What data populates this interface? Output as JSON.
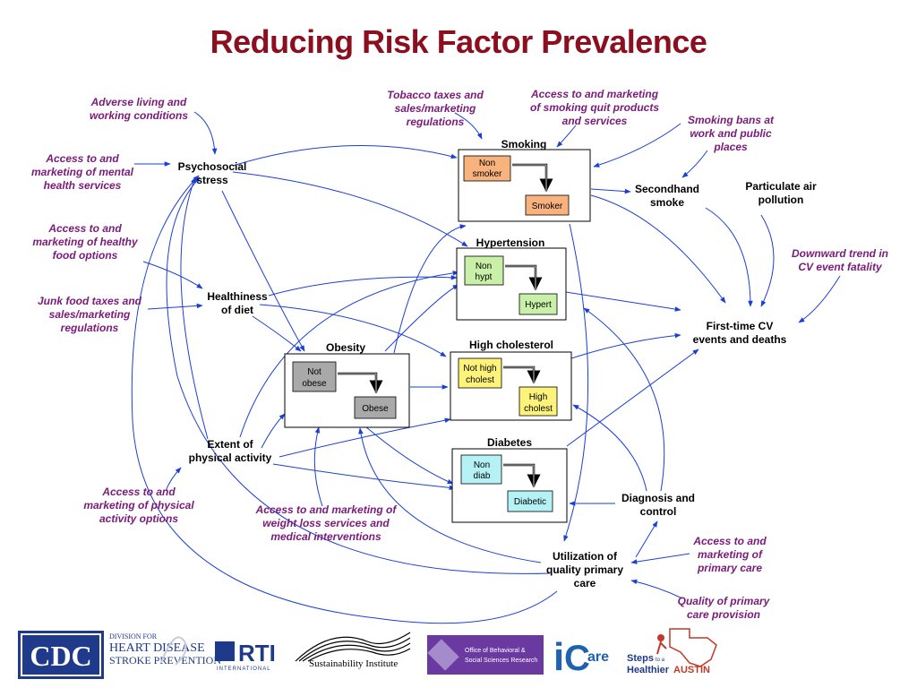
{
  "title": "Reducing Risk Factor Prevalence",
  "colors": {
    "title": "#8b0f1e",
    "intervention": "#7a1a7a",
    "arrow": "#1a3fd6",
    "smoking_fill": "#f7b27d",
    "hypertension_fill": "#c9f0a8",
    "cholesterol_fill": "#fdf37a",
    "obesity_fill": "#a9a9a9",
    "diabetes_fill": "#b4f2f6"
  },
  "boxes": {
    "smoking": {
      "title": "Smoking",
      "state1": [
        "Non",
        "smoker"
      ],
      "state2": [
        "Smoker"
      ]
    },
    "hypertension": {
      "title": "Hypertension",
      "state1": [
        "Non",
        "hypt"
      ],
      "state2": [
        "Hypert"
      ]
    },
    "cholesterol": {
      "title": "High cholesterol",
      "state1": [
        "Not high",
        "cholest"
      ],
      "state2": [
        "High",
        "cholest"
      ]
    },
    "obesity": {
      "title": "Obesity",
      "state1": [
        "Not",
        "obese"
      ],
      "state2": [
        "Obese"
      ]
    },
    "diabetes": {
      "title": "Diabetes",
      "state1": [
        "Non",
        "diab"
      ],
      "state2": [
        "Diabetic"
      ]
    }
  },
  "factors": {
    "psychosocial": [
      "Psychosocial",
      "stress"
    ],
    "diet": [
      "Healthiness",
      "of diet"
    ],
    "activity": [
      "Extent of",
      "physical activity"
    ],
    "secondhand": [
      "Secondhand",
      "smoke"
    ],
    "particulate": [
      "Particulate air",
      "pollution"
    ],
    "cv_events": [
      "First-time CV",
      "events and deaths"
    ],
    "diagnosis": [
      "Diagnosis and",
      "control"
    ],
    "primary_care": [
      "Utilization of",
      "quality primary",
      "care"
    ]
  },
  "interventions": {
    "adverse_living": [
      "Adverse living and",
      "working conditions"
    ],
    "mental_health": [
      "Access to and",
      "marketing of mental",
      "health services"
    ],
    "healthy_food": [
      "Access to and",
      "marketing of healthy",
      "food options"
    ],
    "junk_food": [
      "Junk food taxes and",
      "sales/marketing",
      "regulations"
    ],
    "tobacco_taxes": [
      "Tobacco taxes and",
      "sales/marketing",
      "regulations"
    ],
    "quit_products": [
      "Access to and marketing",
      "of smoking quit products",
      "and services"
    ],
    "smoking_bans": [
      "Smoking bans at",
      "work and public",
      "places"
    ],
    "cv_trend": [
      "Downward trend in",
      "CV event fatality"
    ],
    "physical_activity": [
      "Access to and",
      "marketing of physical",
      "activity options"
    ],
    "weight_loss": [
      "Access to and marketing of",
      "weight loss services and",
      "medical interventions"
    ],
    "primary_care_access": [
      "Access to and",
      "marketing of",
      "primary care"
    ],
    "primary_care_quality": [
      "Quality of primary",
      "care provision"
    ]
  },
  "logos": {
    "cdc": "CDC",
    "heart_disease": [
      "DIVISION FOR",
      "HEART DISEASE",
      "STROKE PREVENTION"
    ],
    "rti": [
      "RTI",
      "INTERNATIONAL"
    ],
    "sustainability": "Sustainability Institute",
    "obssr": [
      "Office of Behavioral &",
      "Social Sciences Research"
    ],
    "icare": [
      "i",
      "C",
      "are"
    ],
    "steps": [
      "Steps",
      "to a",
      "Healthier",
      "AUSTIN"
    ]
  }
}
